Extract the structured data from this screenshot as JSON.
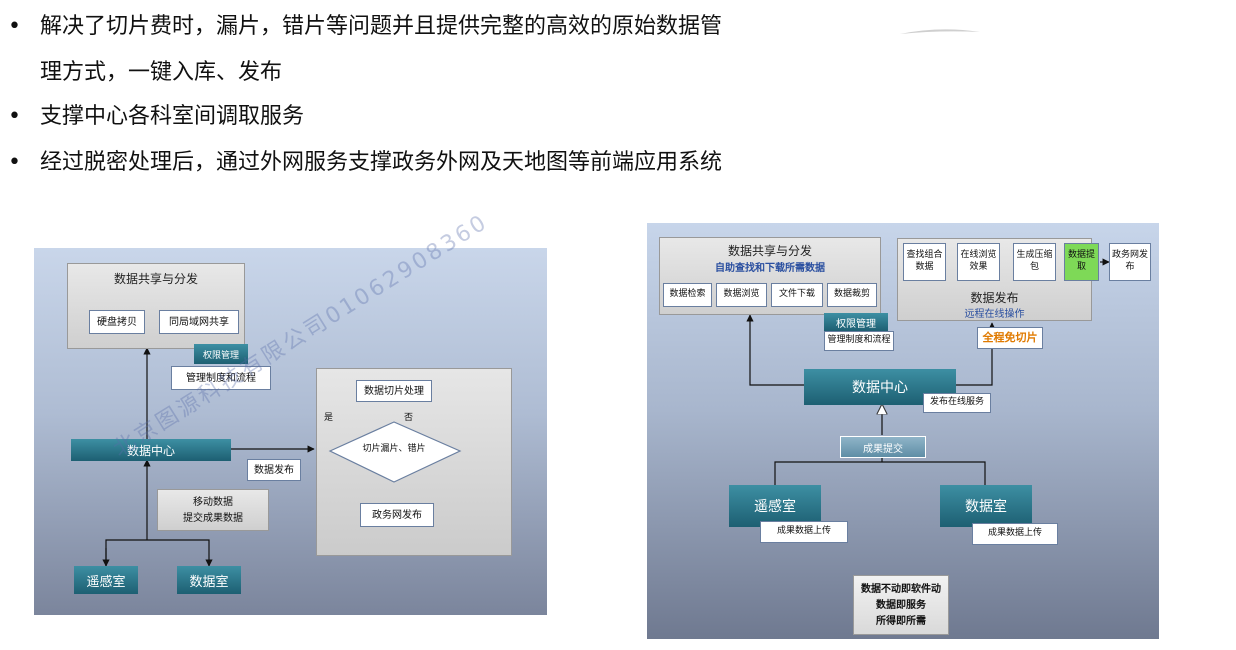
{
  "bullets": [
    {
      "line1": "解决了切片费时，漏片，错片等问题并且提供完整的高效的原始数据管",
      "line2": "理方式，一键入库、发布"
    },
    {
      "line1": "支撑中心各科室间调取服务"
    },
    {
      "line1": "经过脱密处理后，通过外网服务支撑政务外网及天地图等前端应用系统"
    }
  ],
  "bullet_glyph": "•",
  "left": {
    "share_title": "数据共享与分发",
    "disk_copy": "硬盘拷贝",
    "lan_share": "同局域网共享",
    "perm": "权限管理",
    "mgmt": "管理制度和流程",
    "center": "数据中心",
    "publish": "数据发布",
    "mobile1": "移动数据",
    "mobile2": "提交成果数据",
    "remote": "遥感室",
    "datalab": "数据室",
    "slice": "数据切片处理",
    "yes": "是",
    "no": "否",
    "decision": "切片漏片、错片",
    "gov": "政务网发布",
    "watermark": "北京图源科技有限公司01062908360"
  },
  "right": {
    "share_title": "数据共享与分发",
    "share_sub": "自助查找和下载所需数据",
    "search": "数据检索",
    "browse": "数据浏览",
    "download": "文件下载",
    "crop": "数据裁剪",
    "perm": "权限管理",
    "mgmt": "管理制度和流程",
    "steps": [
      "查找组合数据",
      "在线浏览效果",
      "生成压缩包",
      "数据提取"
    ],
    "gov": "政务网发布",
    "publish_title": "数据发布",
    "publish_sub": "远程在线操作",
    "no_slice": "全程免切片",
    "center": "数据中心",
    "online": "发布在线服务",
    "submit": "成果提交",
    "remote": "遥感室",
    "datalab": "数据室",
    "upload1": "成果数据上传",
    "upload2": "成果数据上传",
    "motto1": "数据不动即软件动",
    "motto2": "数据即服务",
    "motto3": "所得即所需"
  },
  "colors": {
    "teal": "#1d5f72",
    "green": "#7ed957",
    "orange": "#e07a00",
    "blue_text": "#2a4fa0"
  }
}
